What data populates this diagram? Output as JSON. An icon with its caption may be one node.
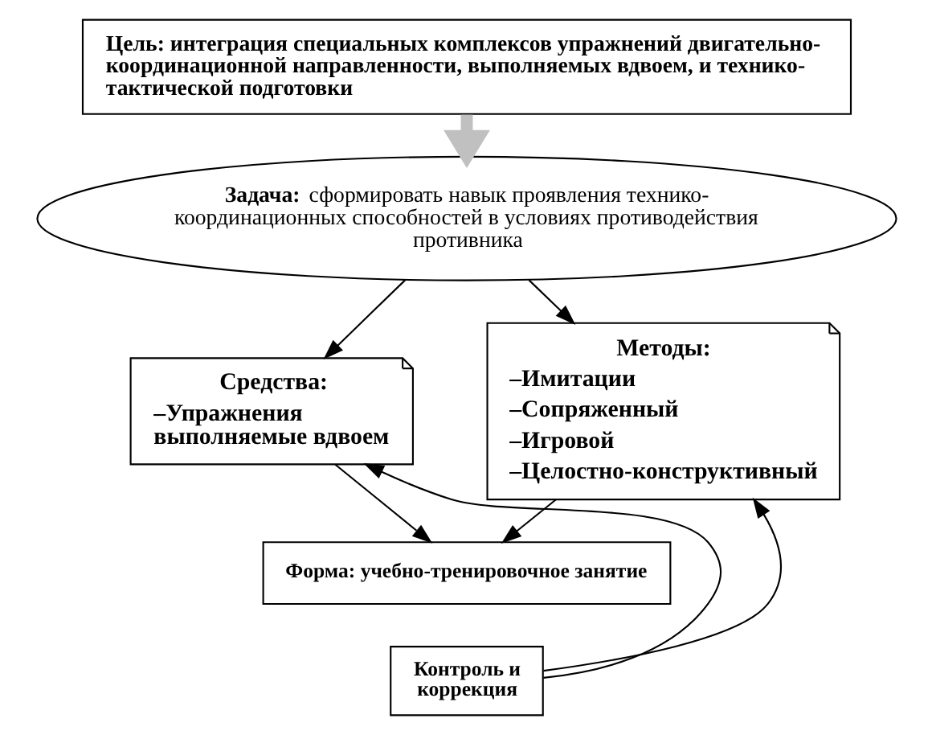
{
  "diagram": {
    "nodes": [
      {
        "text": [
          "Цель: интеграция специальных комплексов упражнений двигательно-координационной направленности, выполняемых вдвоем, и технико-тактической подготовки"
        ]
      },
      {
        "text": [
          "**Задача:** сформировать навык проявления технико-координационных способностей в условиях противодействия противника"
        ]
      },
      {
        "text": [
          "Средства:",
          "–Упражнения выполняемые вдвоем"
        ]
      },
      {
        "text": [
          "Методы:",
          "–Имитации",
          "–Сопряженный",
          "–Игровой",
          "–Целостно-конструктивный"
        ]
      },
      {
        "text": [
          "Форма: учебно-тренировочное занятие"
        ]
      },
      {
        "text": [
          "Контроль и коррекция"
        ]
      }
    ],
    "edges": [
      {
        "from": 0,
        "to": 1,
        "arrow": "to",
        "style": "thick",
        "color": "#c0c0c0"
      },
      {
        "from": 1,
        "to": 2,
        "arrow": "to"
      },
      {
        "from": 1,
        "to": 3,
        "arrow": "to"
      },
      {
        "from": 2,
        "to": 4,
        "arrow": "to"
      },
      {
        "from": 3,
        "to": 4,
        "arrow": "to"
      },
      {
        "from": 5,
        "to": 2,
        "arrow": "to"
      },
      {
        "from": 5,
        "to": 3,
        "arrow": "to"
      }
    ]
  }
}
